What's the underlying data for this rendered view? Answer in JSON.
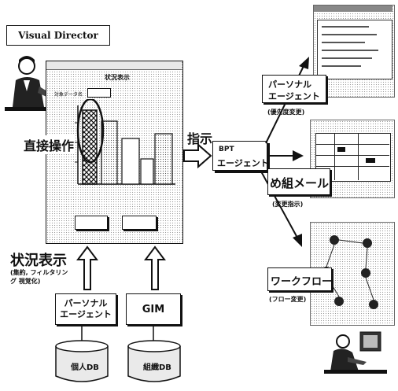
{
  "title_box": "Visual Director",
  "status_window": {
    "title": "状況表示",
    "field_label": "対象データ名",
    "button_left": "",
    "button_right": ""
  },
  "labels": {
    "direct_manipulation": "直接操作",
    "instruct": "指示",
    "status_display": "状況表示",
    "status_display_sub": "(集約, フィルタリング 視覚化)"
  },
  "bpt_agent": {
    "line1": "BPT",
    "line2": "エージェント"
  },
  "personal_agent_bottom": {
    "line1": "パーソナル",
    "line2": "エージェント"
  },
  "gim": "GIM",
  "databases": {
    "personal": "個人DB",
    "org": "組織DB"
  },
  "right_targets": {
    "personal_agent": {
      "line1": "パーソナル",
      "line2": "エージェント",
      "caption": "(優先度変更)"
    },
    "mail": {
      "label": "め組メール",
      "caption": "(変更指示)"
    },
    "workflow": {
      "label": "ワークフロー",
      "caption": "(フロー変更)"
    }
  }
}
